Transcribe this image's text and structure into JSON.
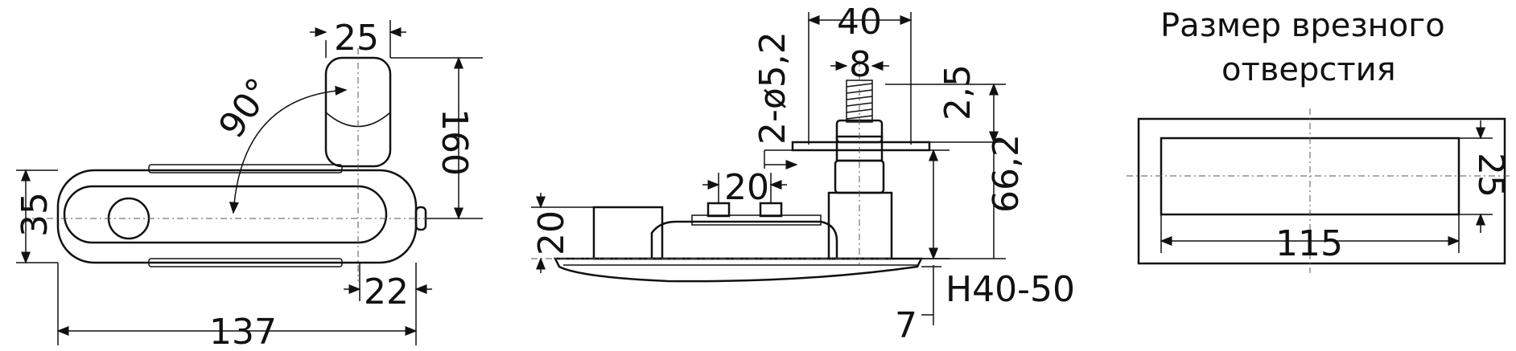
{
  "dims": {
    "top_width": "25",
    "height_160": "160",
    "angle": "90°",
    "left_35": "35",
    "base_22": "22",
    "total_137": "137",
    "holes": "2-ø5,2",
    "span_40": "40",
    "stud_8": "8",
    "gap_25": "2,5",
    "mount_20": "20",
    "height_20": "20",
    "height_662": "66,2",
    "h_range": "H40-50",
    "seven": "7",
    "cut_25": "25",
    "cut_115": "115"
  },
  "cutout": {
    "title_line1": "Размер врезного",
    "title_line2": "отверстия"
  }
}
